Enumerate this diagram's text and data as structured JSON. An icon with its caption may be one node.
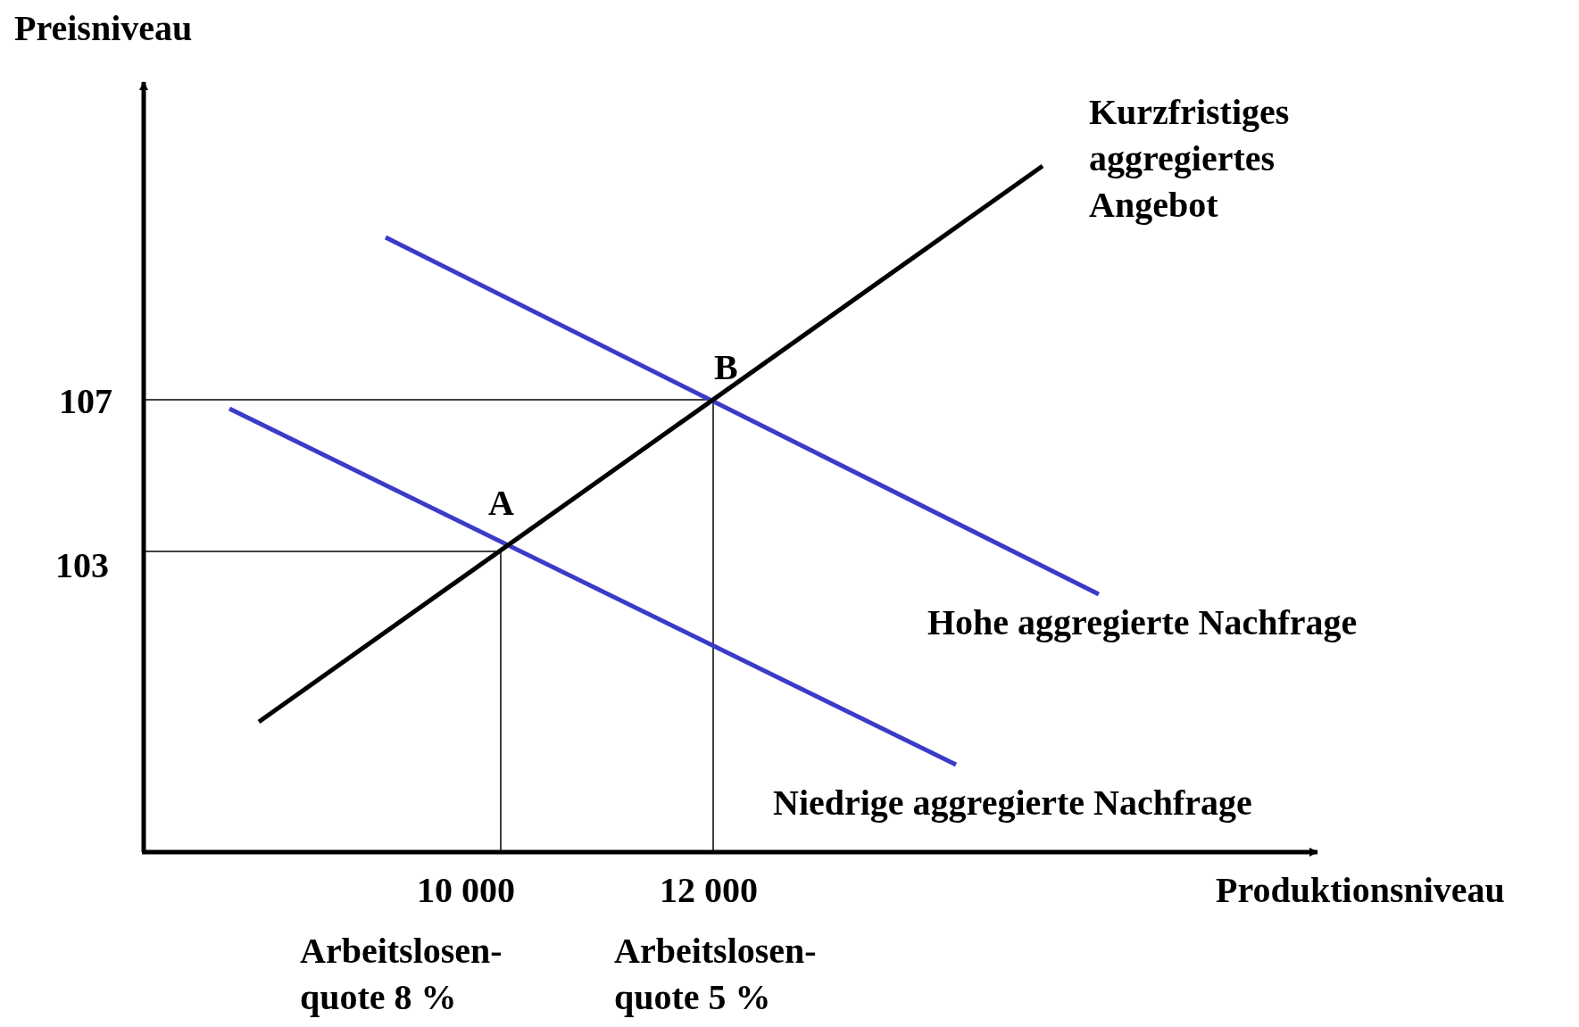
{
  "diagram": {
    "labels": [
      "Preisniveau",
      "Kurzfristiges aggregiertes Angebot",
      "B",
      "107",
      "A",
      "103",
      "Hohe aggregierte Nachfrage",
      "Niedrige aggregierte Nachfrage",
      "10 000",
      "12 000",
      "Produktionsniveau",
      "Arbeitslosen- quote 8 %",
      "Arbeitslosen- quote 5 %"
    ]
  }
}
